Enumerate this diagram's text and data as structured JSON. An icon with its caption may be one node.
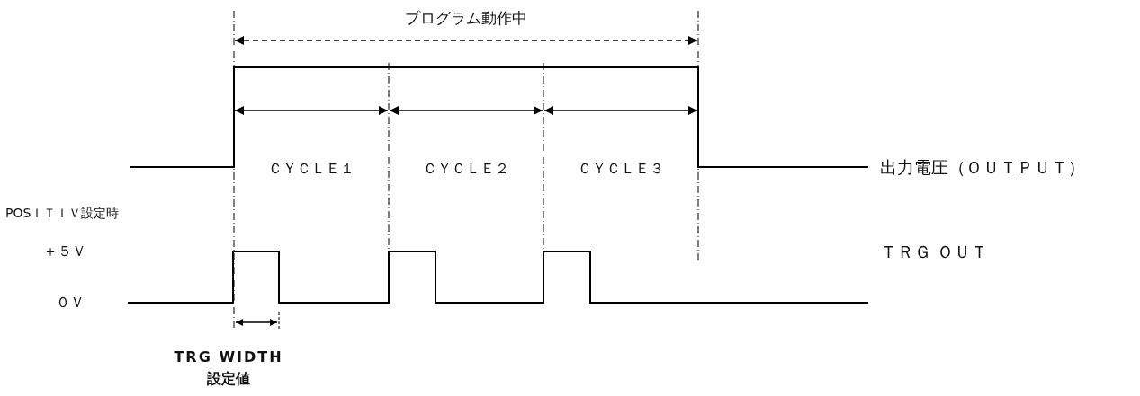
{
  "diagram": {
    "labels": [
      "プログラム動作中",
      "ＣＹＣＬＥ１",
      "ＣＹＣＬＥ２",
      "ＣＹＣＬＥ３",
      "出力電圧（ＯＵＴＰＵＴ）",
      "POSＩＴＩＶ設定時",
      "＋５Ｖ",
      "ＴＲＧ ＯＵＴ",
      "０Ｖ",
      "TRG WIDTH",
      "設定値"
    ]
  }
}
